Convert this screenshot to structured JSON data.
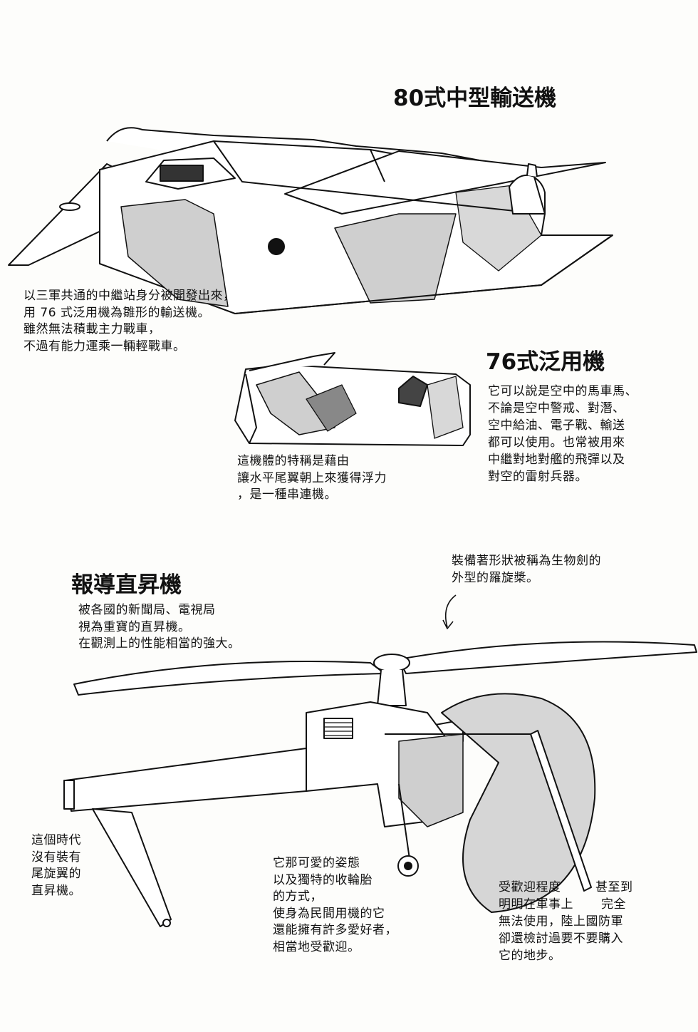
{
  "transport": {
    "title": "80式中型輸送機",
    "desc": [
      "以三軍共通的中繼站身分被開發出來，",
      "用 76 式泛用機為雛形的輸送機。",
      "雖然無法積載主力戰車，",
      "不過有能力運乘一輛輕戰車。"
    ]
  },
  "utility": {
    "title": "76式泛用機",
    "desc": [
      "它可以說是空中的馬車馬、",
      "不論是空中警戒、對潛、",
      "空中給油、電子戰、輸送",
      "都可以使用。也常被用來",
      "中繼對地對艦的飛彈以及",
      "對空的雷射兵器。"
    ],
    "feature": [
      "這機體的特稱是藉由",
      "讓水平尾翼朝上來獲得浮力",
      "，是一種串連機。"
    ]
  },
  "helicopter": {
    "title": "報導直昇機",
    "desc": [
      "被各國的新聞局、電視局",
      "視為重寶的直昇機。",
      "在觀測上的性能相當的強大。"
    ],
    "rotor_note": [
      "裝備著形狀被稱為生物劍的",
      "外型的羅旋槳。"
    ],
    "tail_note": [
      "這個時代",
      "沒有裝有",
      "尾旋翼的",
      "直昇機。"
    ],
    "appeal_note": [
      "它那可愛的姿態",
      "以及獨特的收輪胎",
      "的方式，",
      "使身為民間用機的它",
      "還能擁有許多愛好者，",
      "相當地受歡迎。"
    ],
    "popularity_note": [
      "受歡迎程度",
      "明明在軍事上",
      "無法使用，陸上國防軍",
      "卻還檢討過要不要購入",
      "它的地步。"
    ],
    "popularity_note_right": [
      "甚至到",
      "完全"
    ]
  },
  "colors": {
    "ink": "#111111",
    "paper": "#fdfdfb",
    "camo": "#c9c9c9"
  }
}
